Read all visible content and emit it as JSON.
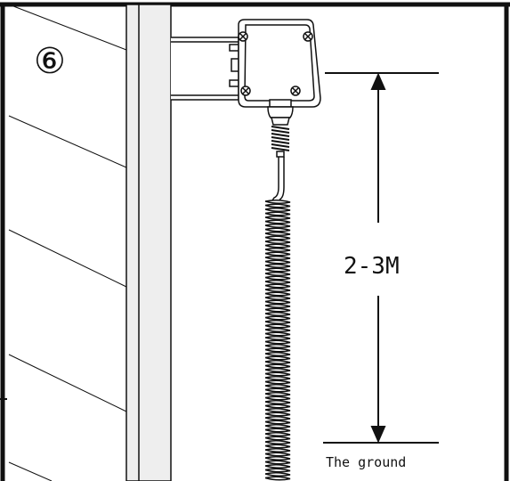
{
  "figure": {
    "step_number": "⑥",
    "distance_label": "2-3M",
    "ground_label": "The ground"
  },
  "colors": {
    "line": "#111111",
    "pole_fill": "#eeeeee",
    "box_fill": "#ffffff",
    "background": "#ffffff"
  }
}
